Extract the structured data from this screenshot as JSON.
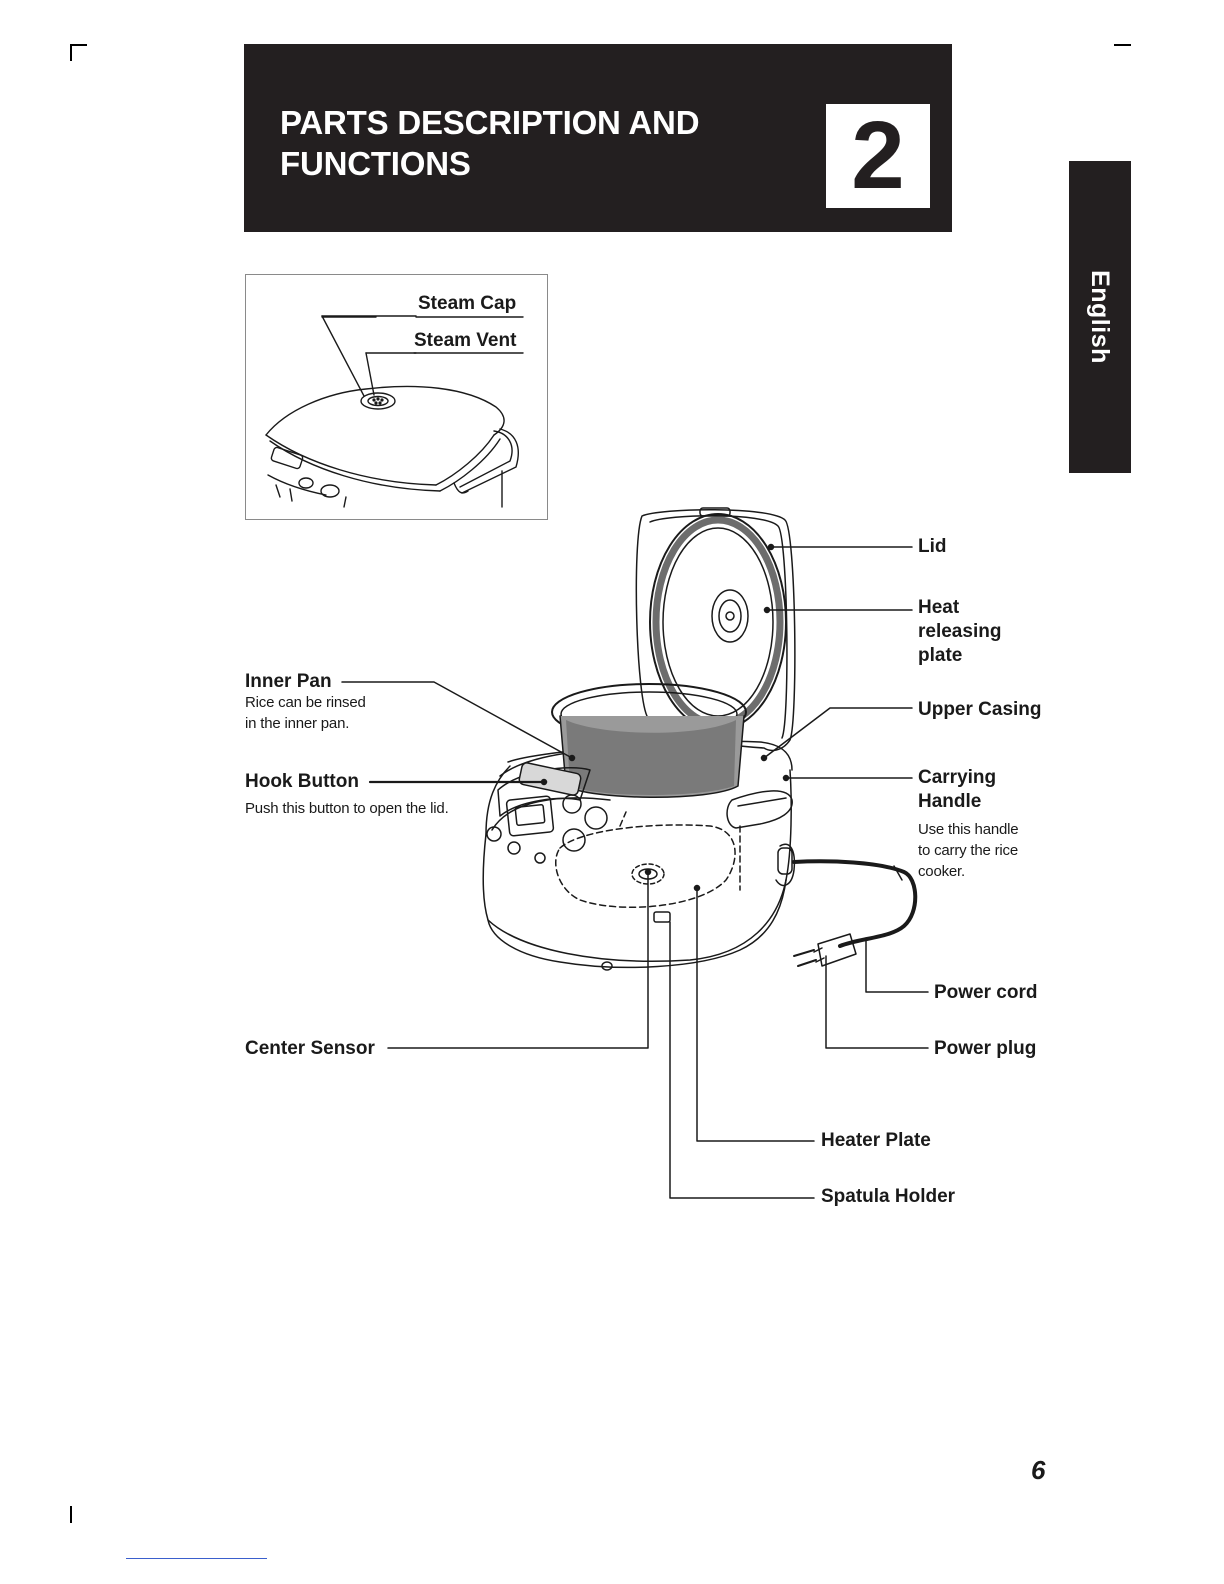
{
  "header": {
    "title": "PARTS DESCRIPTION AND\nFUNCTIONS",
    "chapter_number": "2"
  },
  "side_tab": {
    "label": "English"
  },
  "inset": {
    "steam_cap": "Steam Cap",
    "steam_vent": "Steam Vent"
  },
  "parts": {
    "lid": "Lid",
    "heat_plate": "Heat\nreleasing\nplate",
    "upper_casing": "Upper Casing",
    "carrying_handle": "Carrying\nHandle",
    "carrying_handle_desc": "Use this handle\nto carry the rice\ncooker.",
    "inner_pan": "Inner Pan",
    "inner_pan_desc": "Rice can be rinsed\nin the inner pan.",
    "hook_button": "Hook Button",
    "hook_button_desc": "Push this button to open the lid.",
    "power_cord": "Power cord",
    "power_plug": "Power plug",
    "center_sensor": "Center Sensor",
    "heater_plate": "Heater Plate",
    "spatula_holder": "Spatula Holder"
  },
  "page_number": "6"
}
